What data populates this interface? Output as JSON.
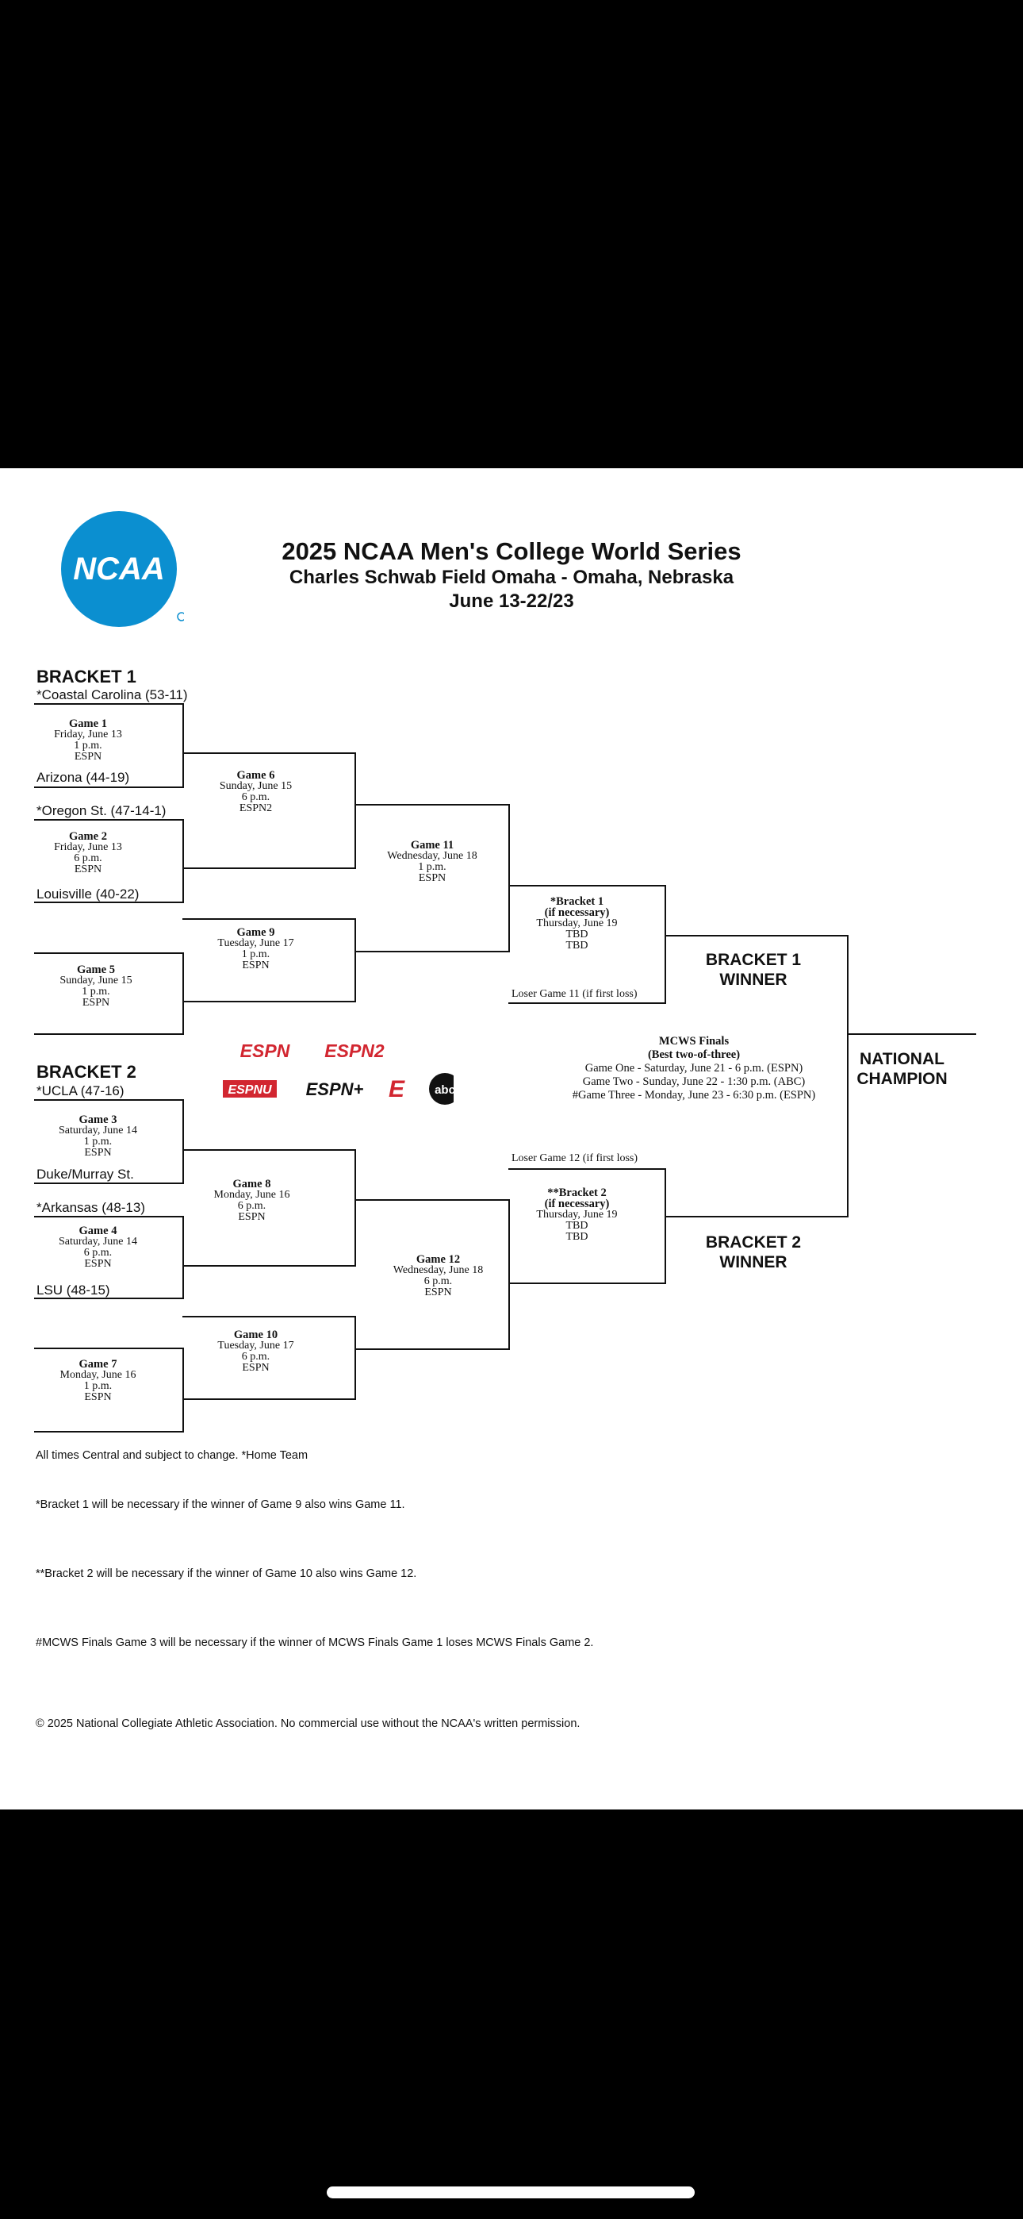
{
  "header": {
    "title": "2025 NCAA Men's College World Series",
    "venue": "Charles Schwab Field Omaha - Omaha, Nebraska",
    "dates": "June 13-22/23",
    "logo_text": "NCAA"
  },
  "bracket1": {
    "label": "BRACKET 1",
    "teams": [
      "*Coastal Carolina (53-11)",
      "Arizona (44-19)",
      "*Oregon St. (47-14-1)",
      "Louisville (40-22)"
    ],
    "games": {
      "g1": {
        "name": "Game 1",
        "day": "Friday, June 13",
        "time": "1 p.m.",
        "tv": "ESPN"
      },
      "g2": {
        "name": "Game 2",
        "day": "Friday, June 13",
        "time": "6 p.m.",
        "tv": "ESPN"
      },
      "g5": {
        "name": "Game 5",
        "day": "Sunday, June 15",
        "time": "1 p.m.",
        "tv": "ESPN"
      },
      "g6": {
        "name": "Game 6",
        "day": "Sunday, June 15",
        "time": "6 p.m.",
        "tv": "ESPN2"
      },
      "g9": {
        "name": "Game 9",
        "day": "Tuesday, June 17",
        "time": "1 p.m.",
        "tv": "ESPN"
      },
      "g11": {
        "name": "Game 11",
        "day": "Wednesday, June 18",
        "time": "1 p.m.",
        "tv": "ESPN"
      },
      "ifnec": {
        "name": "*Bracket 1",
        "sub": "(if necessary)",
        "day": "Thursday, June 19",
        "time": "TBD",
        "tv": "TBD"
      }
    },
    "loser_note": "Loser Game 11 (if first loss)",
    "winner": [
      "BRACKET 1",
      "WINNER"
    ]
  },
  "bracket2": {
    "label": "BRACKET 2",
    "teams": [
      "*UCLA (47-16)",
      "Duke/Murray St.",
      "*Arkansas (48-13)",
      "LSU (48-15)"
    ],
    "games": {
      "g3": {
        "name": "Game 3",
        "day": "Saturday, June 14",
        "time": "1 p.m.",
        "tv": "ESPN"
      },
      "g4": {
        "name": "Game 4",
        "day": "Saturday, June 14",
        "time": "6 p.m.",
        "tv": "ESPN"
      },
      "g7": {
        "name": "Game 7",
        "day": "Monday, June 16",
        "time": "1 p.m.",
        "tv": "ESPN"
      },
      "g8": {
        "name": "Game 8",
        "day": "Monday, June 16",
        "time": "6 p.m.",
        "tv": "ESPN"
      },
      "g10": {
        "name": "Game 10",
        "day": "Tuesday, June 17",
        "time": "6 p.m.",
        "tv": "ESPN"
      },
      "g12": {
        "name": "Game 12",
        "day": "Wednesday, June 18",
        "time": "6 p.m.",
        "tv": "ESPN"
      },
      "ifnec": {
        "name": "**Bracket 2",
        "sub": "(if necessary)",
        "day": "Thursday, June 19",
        "time": "TBD",
        "tv": "TBD"
      }
    },
    "loser_note": "Loser Game 12 (if first loss)",
    "winner": [
      "BRACKET 2",
      "WINNER"
    ]
  },
  "finals": {
    "title": "MCWS Finals",
    "sub": "(Best two-of-three)",
    "g1": "Game One - Saturday, June 21 - 6 p.m. (ESPN)",
    "g2": "Game Two - Sunday, June 22 - 1:30 p.m. (ABC)",
    "g3": "#Game Three - Monday, June 23 - 6:30 p.m. (ESPN)"
  },
  "champion": [
    "NATIONAL",
    "CHAMPION"
  ],
  "networks": {
    "espn": "ESPN",
    "espn2": "ESPN2",
    "espnu": "ESPNU",
    "espnplus": "ESPN+",
    "e": "E",
    "abc": "abc"
  },
  "notes": [
    "All times Central and subject to change. *Home Team",
    "*Bracket 1 will be necessary if the winner of Game 9 also wins Game 11.",
    "**Bracket 2 will be necessary if the winner of Game 10 also wins Game 12.",
    "#MCWS Finals Game 3 will be necessary if the winner of MCWS Finals Game 1 loses MCWS Finals Game 2.",
    "© 2025 National Collegiate Athletic Association. No commercial use without the NCAA's written permission."
  ],
  "colors": {
    "ncaa_blue": "#0b8fd0",
    "espn_red": "#d22630",
    "abc_black": "#111111"
  }
}
